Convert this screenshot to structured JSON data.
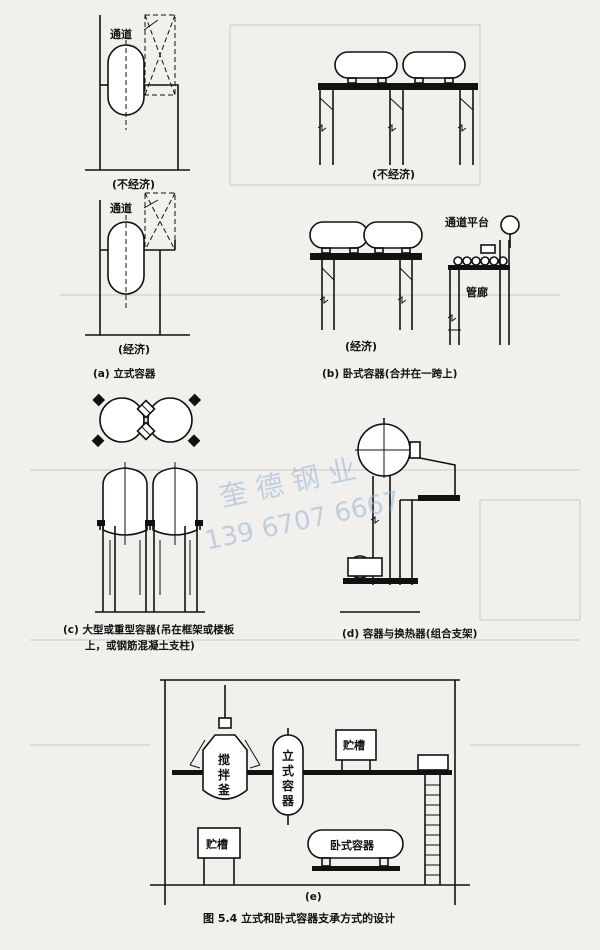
{
  "panel_a": {
    "top_label": "通道",
    "top_caption": "(不经济)",
    "bottom_label": "通道",
    "bottom_caption": "(经济)",
    "caption": "(a) 立式容器"
  },
  "panel_b": {
    "top_caption": "(不经济)",
    "bottom_caption": "(经济)",
    "platform_label": "通道平台",
    "corridor_label": "管廊",
    "caption": "(b) 卧式容器(合并在一跨上)"
  },
  "panel_c": {
    "caption_line1": "(c) 大型或重型容器(吊在框架或楼板",
    "caption_line2": "上，或钢筋混凝土支柱)"
  },
  "panel_d": {
    "caption": "(d) 容器与换热器(组合支架)"
  },
  "panel_e": {
    "stirred_tank": [
      "搅",
      "拌",
      "釜"
    ],
    "vertical_vessel": [
      "立",
      "式",
      "容",
      "器"
    ],
    "storage_tank_top": "贮槽",
    "storage_tank_bottom": "贮槽",
    "horizontal_vessel": "卧式容器",
    "caption": "(e)"
  },
  "figure_caption": "图 5.4    立式和卧式容器支承方式的设计",
  "watermark": {
    "line1": "奎 德 钢 业",
    "line2": "139 6707 6667"
  }
}
